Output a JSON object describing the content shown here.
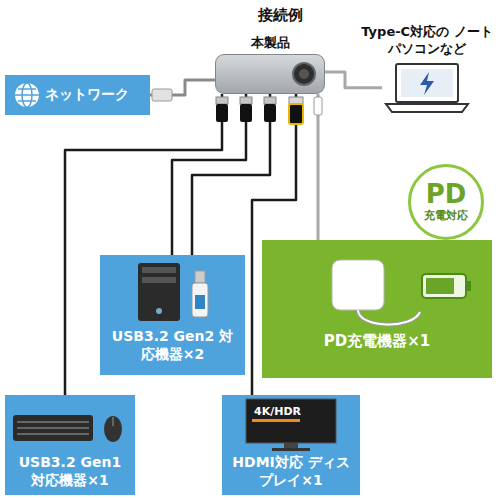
{
  "diagram": {
    "title": "接続例",
    "nodes": [
      {
        "text": [
          "本製品"
        ]
      },
      {
        "text": [
          "Type-C対応の ノートパソコンなど"
        ]
      },
      {
        "text": [
          "ネットワーク"
        ]
      },
      {
        "text": [
          "USB3.2 Gen2 対応機器×2"
        ]
      },
      {
        "text": [
          "PD充電機器×1"
        ]
      },
      {
        "text": [
          "PD",
          "充電対応"
        ]
      },
      {
        "text": [
          "USB3.2 Gen1 対応機器×1"
        ]
      },
      {
        "text": [
          "HDMI対応 ディスプレイ×1"
        ]
      }
    ],
    "edges": [
      {
        "from": 0,
        "to": 2,
        "arrow": "none"
      },
      {
        "from": 0,
        "to": 1,
        "arrow": "none"
      },
      {
        "from": 0,
        "to": 6,
        "arrow": "none"
      },
      {
        "from": 0,
        "to": 3,
        "arrow": "none"
      },
      {
        "from": 0,
        "to": 3,
        "arrow": "none"
      },
      {
        "from": 0,
        "to": 7,
        "arrow": "none"
      },
      {
        "from": 0,
        "to": 4,
        "arrow": "none"
      }
    ],
    "labels": [
      "4K/HDR"
    ]
  }
}
